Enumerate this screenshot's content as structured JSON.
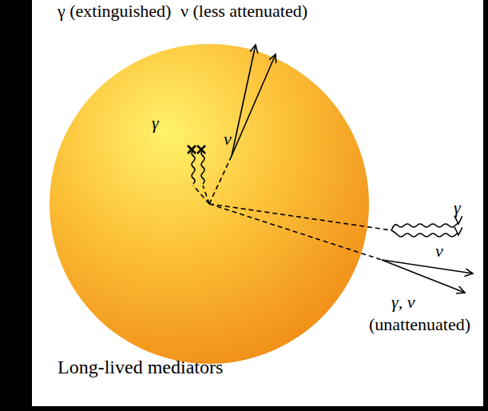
{
  "diagram": {
    "labels": [
      "γ (extinguished)",
      "ν (less attenuated)",
      "γ",
      "ν",
      "γ",
      "ν",
      "γ, ν",
      "(unattenuated)",
      "Long-lived mediators"
    ]
  }
}
